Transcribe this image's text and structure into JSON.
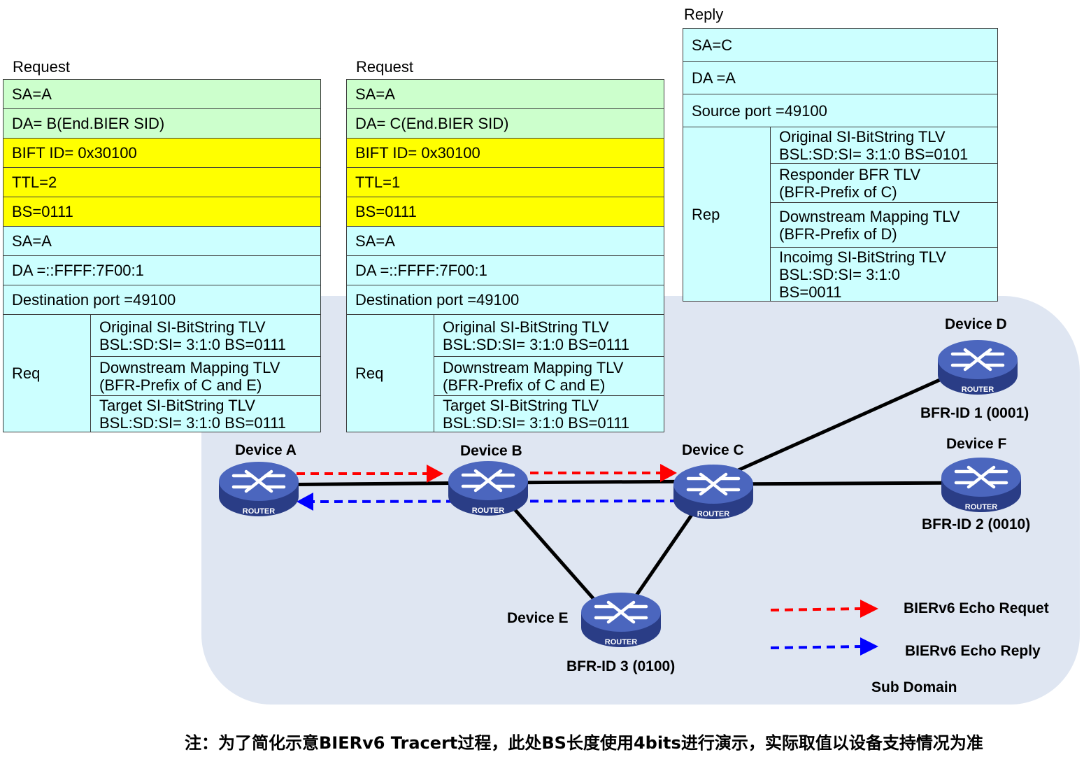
{
  "request_b": {
    "caption": "Request",
    "rows": [
      "SA=A",
      "DA= B(End.BIER SID)",
      "BIFT ID= 0x30100",
      "TTL=2",
      "BS=0111",
      "SA=A",
      "DA =::FFFF:7F00:1",
      "Destination port =49100"
    ],
    "group_label": "Req",
    "tlv1_l1": "Original SI-BitString TLV",
    "tlv1_l2": "BSL:SD:SI= 3:1:0   BS=0111",
    "tlv2_l1": "Downstream Mapping TLV",
    "tlv2_l2": "(BFR-Prefix of C and E)",
    "tlv3_l1": "Target SI-BitString TLV",
    "tlv3_l2": "BSL:SD:SI= 3:1:0   BS=0111"
  },
  "request_c": {
    "caption": "Request",
    "rows": [
      "SA=A",
      "DA= C(End.BIER SID)",
      "BIFT ID= 0x30100",
      "TTL=1",
      "BS=0111",
      "SA=A",
      "DA =::FFFF:7F00:1",
      "Destination port =49100"
    ],
    "group_label": "Req",
    "tlv1_l1": "Original SI-BitString TLV",
    "tlv1_l2": "BSL:SD:SI= 3:1:0   BS=0111",
    "tlv2_l1": "Downstream Mapping TLV",
    "tlv2_l2": "(BFR-Prefix of C and E)",
    "tlv3_l1": "Target SI-BitString TLV",
    "tlv3_l2": "BSL:SD:SI= 3:1:0   BS=0111"
  },
  "reply": {
    "caption": "Reply",
    "rows": [
      "SA=C",
      "DA =A",
      "Source port =49100"
    ],
    "group_label": "Rep",
    "tlv1_l1": "Original SI-BitString TLV",
    "tlv1_l2": "BSL:SD:SI= 3:1:0   BS=0101",
    "tlv2_l1": "Responder BFR TLV",
    "tlv2_l2": "(BFR-Prefix of C)",
    "tlv3_l1": "Downstream Mapping TLV",
    "tlv3_l2": "(BFR-Prefix of D)",
    "tlv4_l1": "Incoimg SI-BitString TLV",
    "tlv4_l2": "BSL:SD:SI= 3:1:0",
    "tlv4_l3": "BS=0011"
  },
  "devices": {
    "a": {
      "name": "Device A"
    },
    "b": {
      "name": "Device B"
    },
    "c": {
      "name": "Device C"
    },
    "d": {
      "name": "Device D",
      "bfr": "BFR-ID 1 (0001)"
    },
    "e": {
      "name": "Device E",
      "bfr": "BFR-ID 3 (0100)"
    },
    "f": {
      "name": "Device F",
      "bfr": "BFR-ID 2 (0010)"
    }
  },
  "router_label": "ROUTER",
  "legend": {
    "request": "BIERv6 Echo Requet",
    "reply": "BIERv6 Echo Reply",
    "request_color": "#ff0000",
    "reply_color": "#0000ff"
  },
  "sub_domain": "Sub Domain",
  "note": "注：为了简化示意BIERv6 Tracert过程，此处BS长度使用4bits进行演示，实际取值以设备支持情况为准",
  "colors": {
    "ipv6_header": "#ccffcc",
    "bier_header": "#ffff00",
    "payload": "#ccffff",
    "domain": "#dfe6f2",
    "router": "#3f56a8"
  },
  "icons": [
    "router-icon"
  ]
}
